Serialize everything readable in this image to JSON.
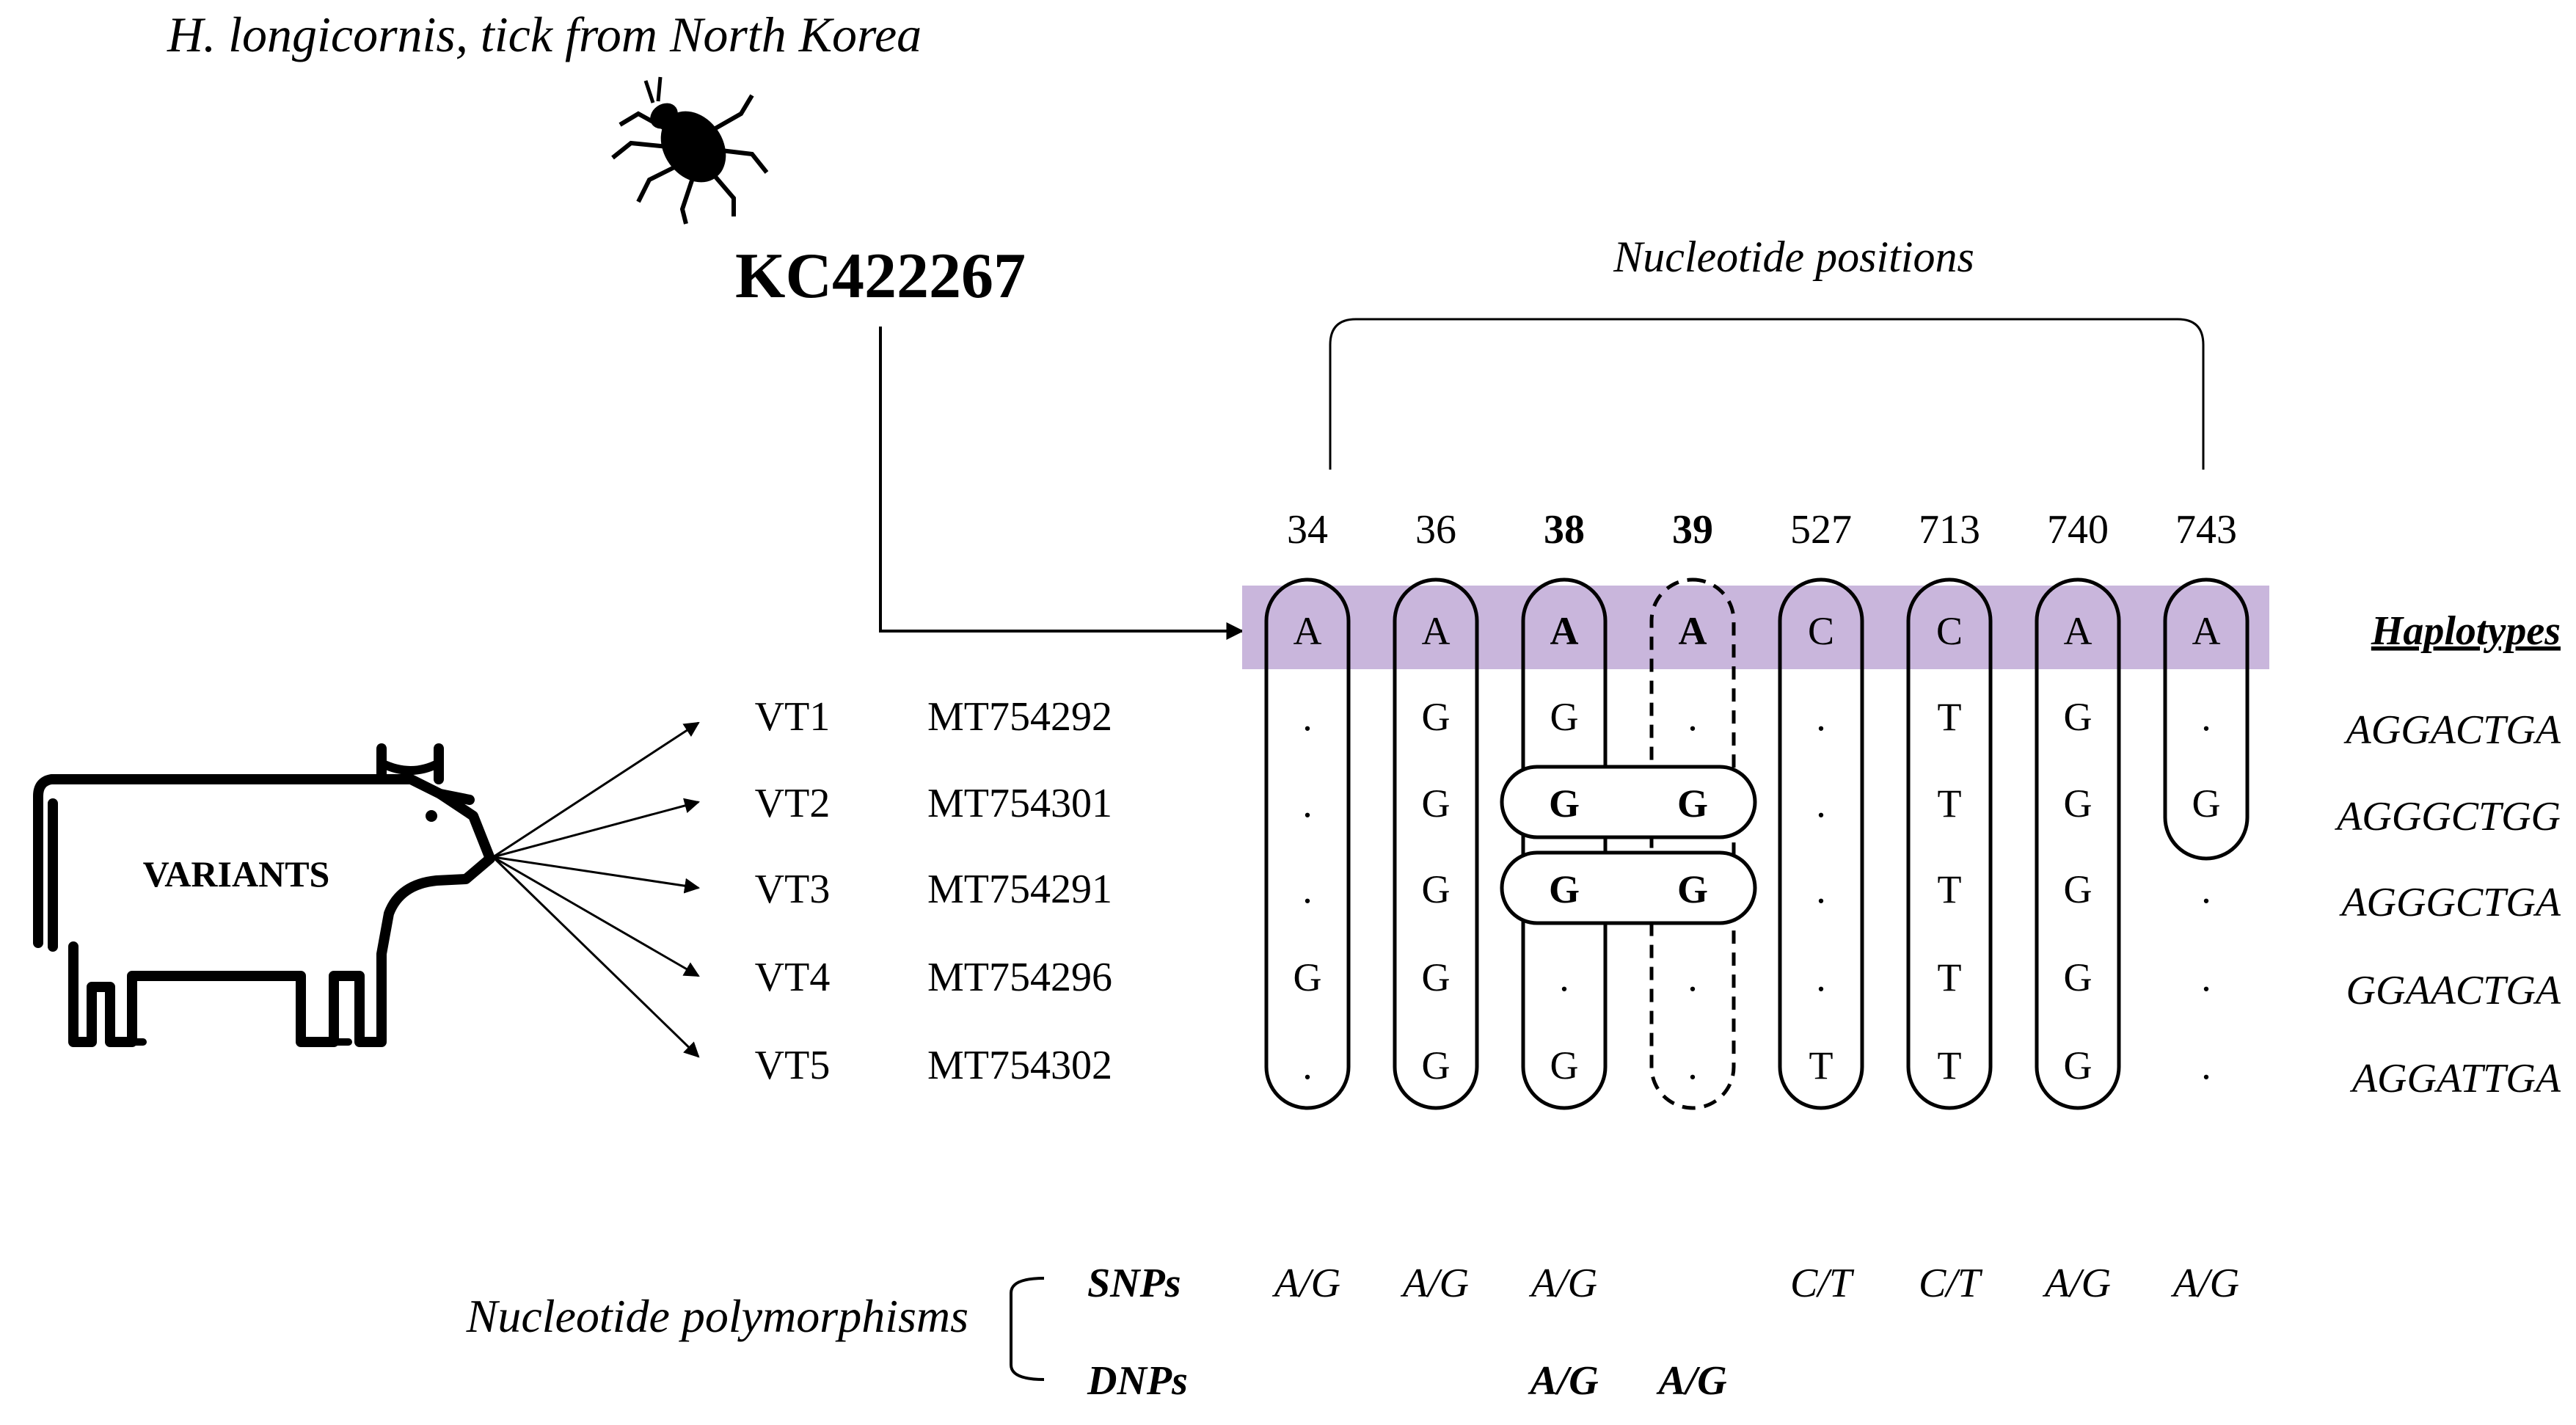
{
  "header": {
    "source_title": "H. longicornis, tick from North Korea",
    "reference_accession": "KC422267",
    "tick_icon": "tick-icon"
  },
  "positions_label": "Nucleotide positions",
  "positions": [
    {
      "label": "34",
      "bold": false
    },
    {
      "label": "36",
      "bold": false
    },
    {
      "label": "38",
      "bold": true
    },
    {
      "label": "39",
      "bold": true
    },
    {
      "label": "527",
      "bold": false
    },
    {
      "label": "713",
      "bold": false
    },
    {
      "label": "740",
      "bold": false
    },
    {
      "label": "743",
      "bold": false
    }
  ],
  "reference_bases": [
    "A",
    "A",
    "A",
    "A",
    "C",
    "C",
    "A",
    "A"
  ],
  "highlight_color": "#c9b6dc",
  "haplotypes_label": "Haplotypes",
  "host": {
    "label": "VARIANTS",
    "icon": "cow-icon"
  },
  "variants": [
    {
      "id": "VT1",
      "accession": "MT754292",
      "bases": [
        ".",
        "G",
        "G",
        ".",
        ".",
        "T",
        "G",
        "."
      ],
      "haplotype": "AGGACTGA"
    },
    {
      "id": "VT2",
      "accession": "MT754301",
      "bases": [
        ".",
        "G",
        "G",
        "G",
        ".",
        "T",
        "G",
        "G"
      ],
      "haplotype": "AGGGCTGG"
    },
    {
      "id": "VT3",
      "accession": "MT754291",
      "bases": [
        ".",
        "G",
        "G",
        "G",
        ".",
        "T",
        "G",
        "."
      ],
      "haplotype": "AGGGCTGA"
    },
    {
      "id": "VT4",
      "accession": "MT754296",
      "bases": [
        "G",
        "G",
        ".",
        ".",
        ".",
        "T",
        "G",
        "."
      ],
      "haplotype": "GGAACTGA"
    },
    {
      "id": "VT5",
      "accession": "MT754302",
      "bases": [
        ".",
        "G",
        "G",
        ".",
        "T",
        "T",
        "G",
        "."
      ],
      "haplotype": "AGGATTGA"
    }
  ],
  "polymorphisms": {
    "label": "Nucleotide polymorphisms",
    "snps_label": "SNPs",
    "dnps_label": "DNPs",
    "snps": [
      "A/G",
      "A/G",
      "A/G",
      "",
      "C/T",
      "C/T",
      "A/G",
      "A/G"
    ],
    "dnps": [
      "",
      "",
      "A/G",
      "A/G",
      "",
      "",
      "",
      ""
    ]
  }
}
